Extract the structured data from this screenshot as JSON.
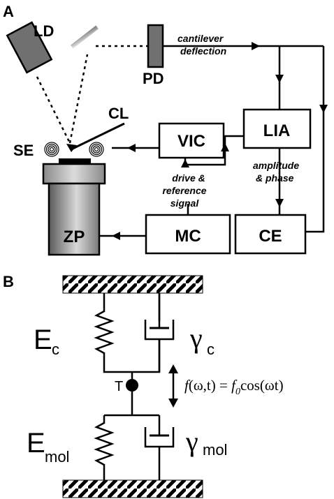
{
  "panel_a": {
    "letter": "A",
    "labels": {
      "ld": "LD",
      "pd": "PD",
      "cl": "CL",
      "se": "SE",
      "zp": "ZP",
      "vic": "VIC",
      "lia": "LIA",
      "mc": "MC",
      "ce": "CE"
    },
    "signals": {
      "deflection_line1": "cantilever",
      "deflection_line2": "deflection",
      "ampphase_line1": "amplitude",
      "ampphase_line2": "& phase",
      "drive_line1": "drive &",
      "drive_line2": "reference",
      "drive_line3": "signal"
    }
  },
  "panel_b": {
    "letter": "B",
    "spring_top": {
      "main": "E",
      "sub": "c"
    },
    "dashpot_top": {
      "main": "γ",
      "sub": "c"
    },
    "node_label": "T",
    "force": {
      "lhs_f": "f",
      "lhs_args": "(ω,t) = ",
      "rhs_f": "f",
      "rhs_sub": "0",
      "rhs_rest": "cos(ωt)"
    },
    "spring_bottom": {
      "main": "E",
      "sub": "mol"
    },
    "dashpot_bottom": {
      "main": "γ",
      "sub": "mol"
    }
  }
}
